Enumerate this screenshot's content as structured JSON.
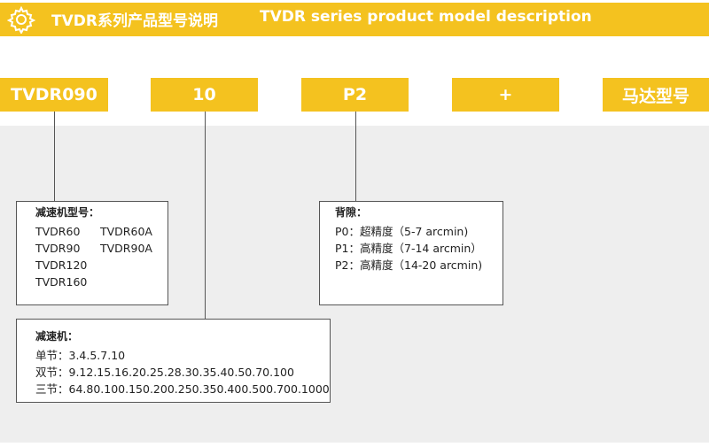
{
  "header": {
    "title_cn": "TVDR系列产品型号说明",
    "title_en": "TVDR series product model description",
    "icon": "gear-icon",
    "color": "#f4c21f"
  },
  "codes": [
    "TVDR090",
    "10",
    "P2",
    "+",
    "马达型号"
  ],
  "reducer_model": {
    "title": "减速机型号：",
    "col1": [
      "TVDR60",
      "TVDR90",
      "TVDR120",
      "TVDR160"
    ],
    "col2": [
      "TVDR60A",
      "TVDR90A"
    ]
  },
  "backlash": {
    "title": "背隙：",
    "lines": [
      "P0：超精度（5-7 arcmin)",
      "P1：高精度（7-14 arcmin）",
      "P2：高精度（14-20 arcmin)"
    ]
  },
  "reducer": {
    "title": "减速机：",
    "lines": [
      "单节：3.4.5.7.10",
      "双节：9.12.15.16.20.25.28.30.35.40.50.70.100",
      "三节：64.80.100.150.200.250.350.400.500.700.1000"
    ]
  }
}
